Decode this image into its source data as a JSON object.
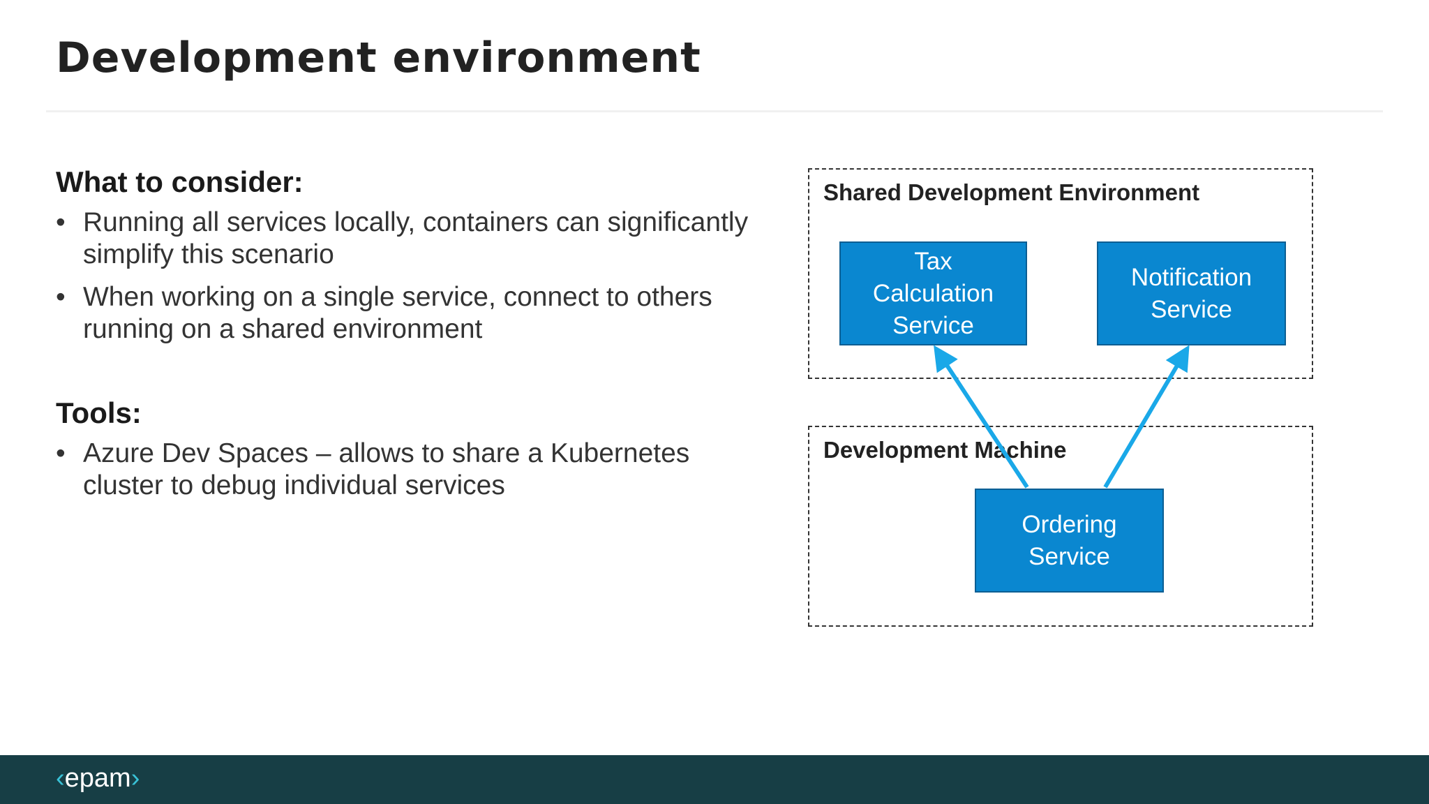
{
  "slide": {
    "title": "Development  environment"
  },
  "consider": {
    "heading": "What to consider:",
    "bullets": [
      "Running all services locally, containers can significantly simplify this scenario",
      "When working on a single service, connect to others running on a shared environment"
    ]
  },
  "tools": {
    "heading": "Tools:",
    "bullets": [
      "Azure Dev Spaces – allows to share a Kubernetes cluster to debug individual services"
    ]
  },
  "diagram": {
    "shared_env_label": "Shared Development Environment",
    "dev_machine_label": "Development Machine",
    "services": {
      "tax": "Tax Calculation Service",
      "notification": "Notification Service",
      "ordering": "Ordering Service"
    },
    "colors": {
      "service_fill": "#0a87d0",
      "arrow": "#1aa8e8"
    }
  },
  "footer": {
    "logo_text": "epam",
    "logo_open": "‹",
    "logo_close": "›"
  }
}
